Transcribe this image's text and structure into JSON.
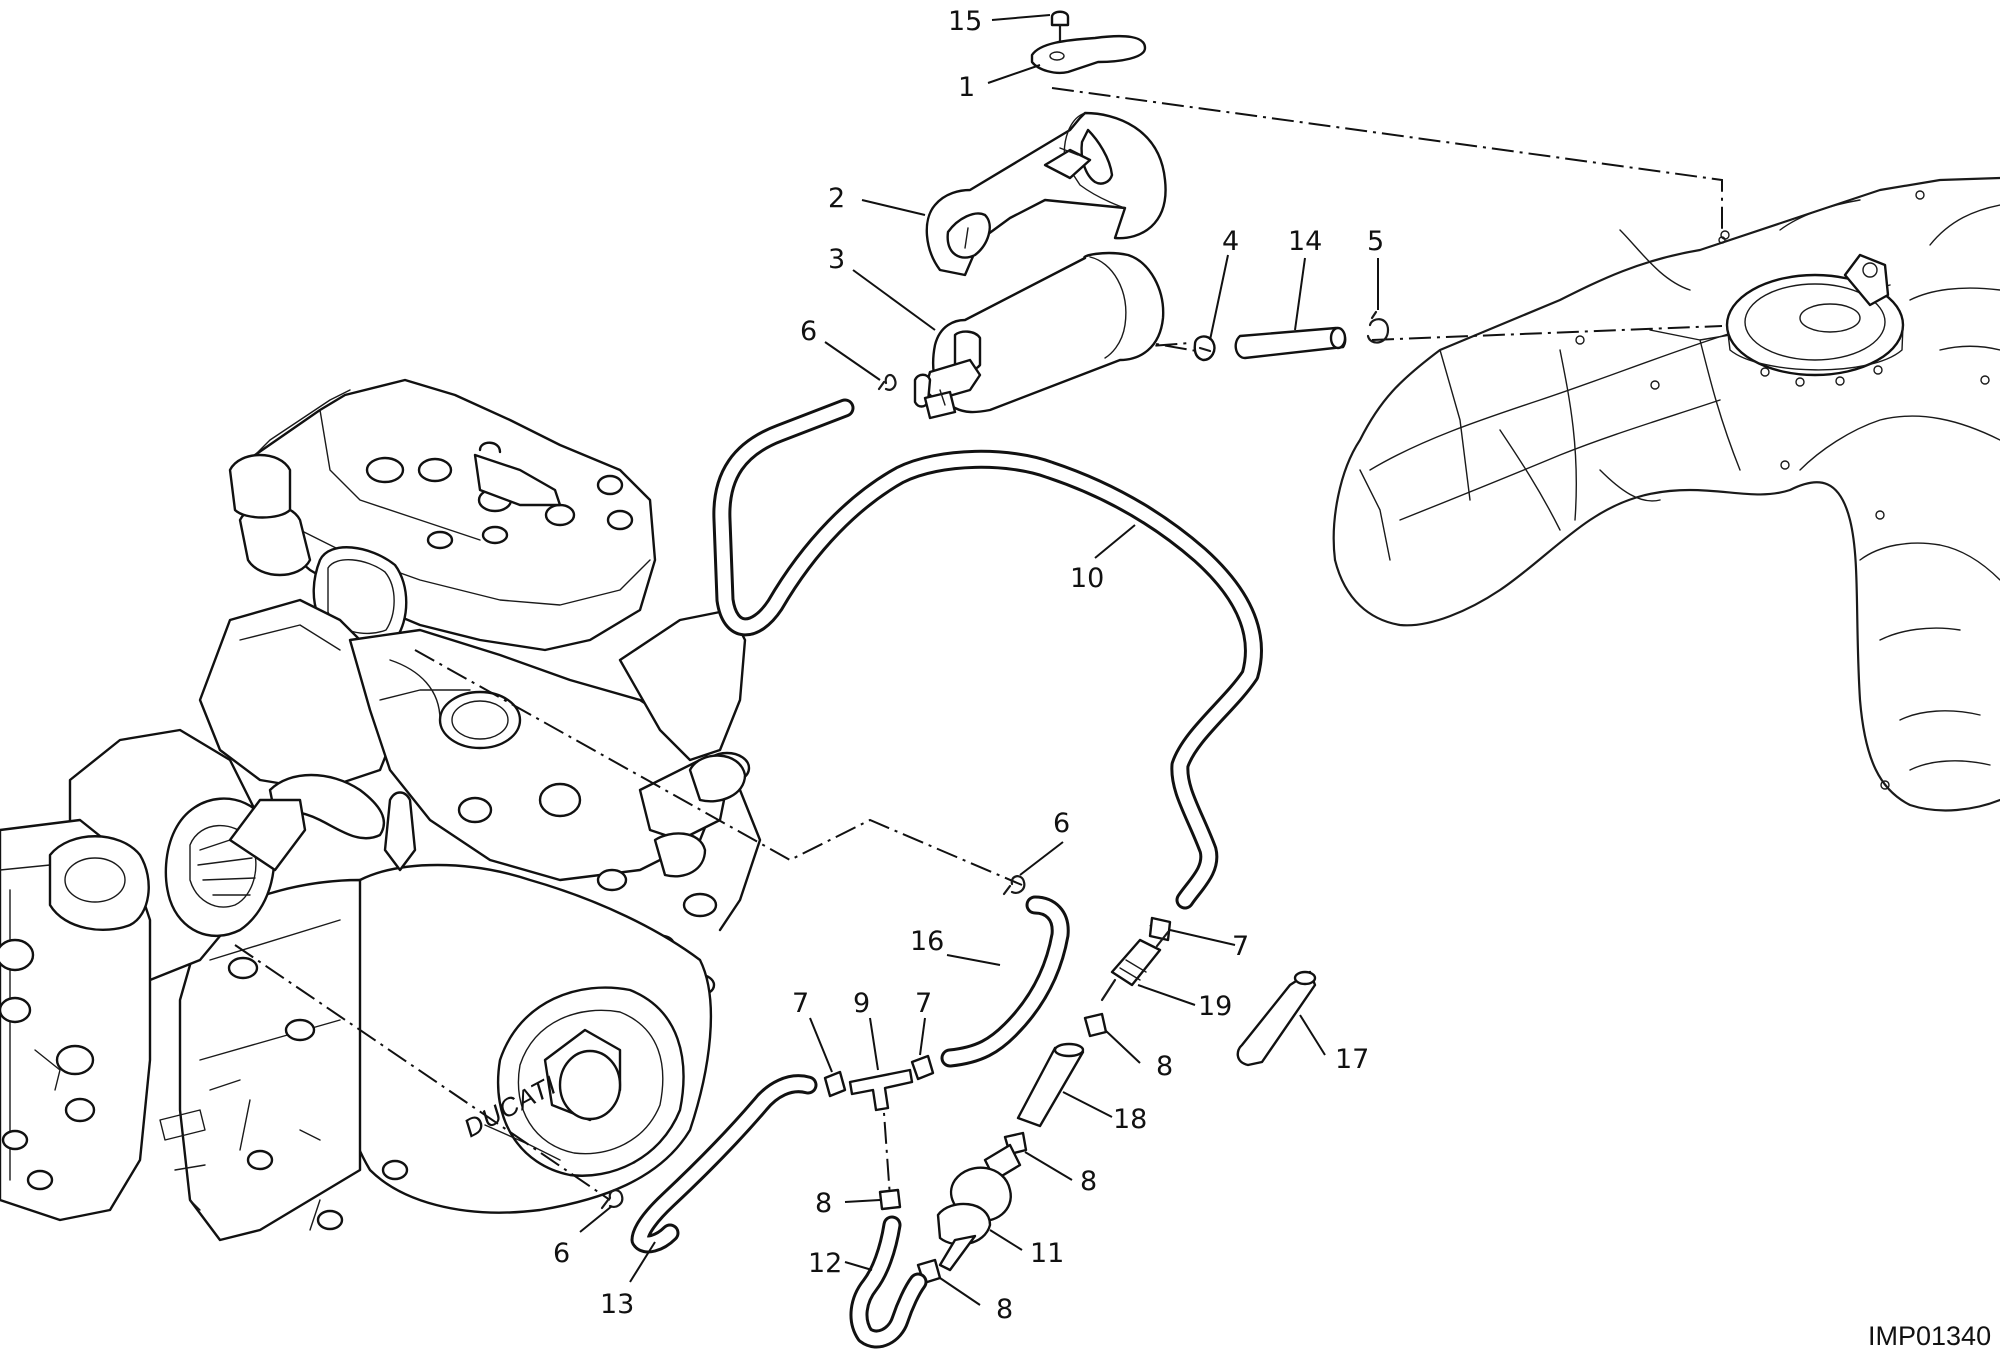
{
  "figure": {
    "code": "IMP01340",
    "callouts": [
      "15",
      "1",
      "2",
      "3",
      "6",
      "4",
      "14",
      "5",
      "10",
      "6",
      "16",
      "7",
      "9",
      "7",
      "7",
      "19",
      "8",
      "18",
      "8",
      "11",
      "8",
      "6",
      "13",
      "8",
      "12",
      "8",
      "17"
    ]
  }
}
